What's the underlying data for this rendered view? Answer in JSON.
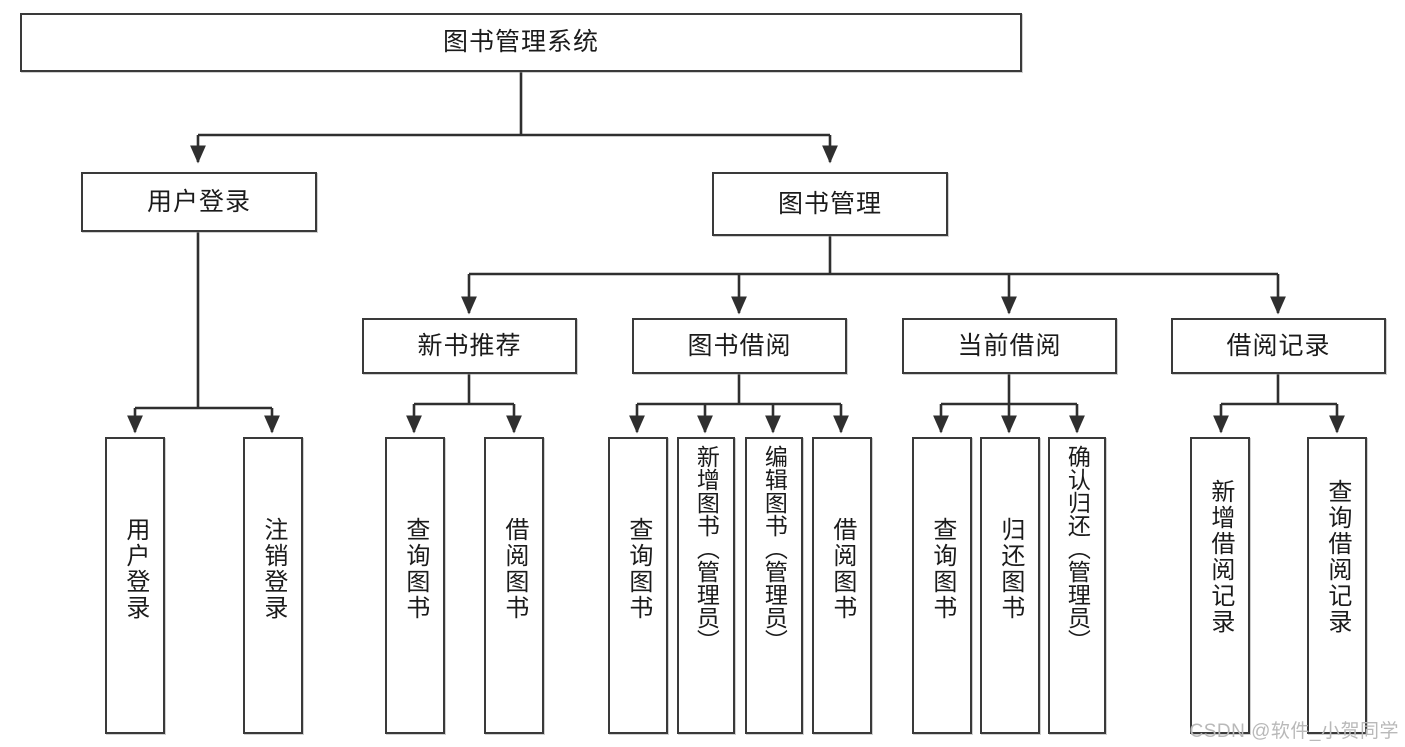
{
  "diagram": {
    "title": "图书管理系统",
    "type": "hierarchy-tree",
    "watermark": "CSDN @软件_小贺同学",
    "colors": {
      "box_border": "#3a3a3a",
      "box_fill": "#ffffff",
      "connector": "#2f2f2f",
      "text": "#1b1b1b",
      "watermark": "#b9b9b9"
    },
    "nodes": {
      "root": {
        "label": "图书管理系统"
      },
      "level1": [
        {
          "id": "user-login",
          "label": "用户登录"
        },
        {
          "id": "book-manage",
          "label": "图书管理"
        }
      ],
      "level2": [
        {
          "id": "new-book-recommend",
          "label": "新书推荐"
        },
        {
          "id": "book-borrow",
          "label": "图书借阅"
        },
        {
          "id": "current-borrow",
          "label": "当前借阅"
        },
        {
          "id": "borrow-record",
          "label": "借阅记录"
        }
      ],
      "leaves": {
        "user-login": [
          {
            "id": "leaf-user-login",
            "label": "用户登录"
          },
          {
            "id": "leaf-user-logout",
            "label": "注销登录"
          }
        ],
        "new-book-recommend": [
          {
            "id": "leaf-query-book-1",
            "label": "查询图书"
          },
          {
            "id": "leaf-borrow-book-1",
            "label": "借阅图书"
          }
        ],
        "book-borrow": [
          {
            "id": "leaf-query-book-2",
            "label": "查询图书"
          },
          {
            "id": "leaf-add-book",
            "label": "新增图书（管理员）"
          },
          {
            "id": "leaf-edit-book",
            "label": "编辑图书（管理员）"
          },
          {
            "id": "leaf-borrow-book-2",
            "label": "借阅图书"
          }
        ],
        "current-borrow": [
          {
            "id": "leaf-query-book-3",
            "label": "查询图书"
          },
          {
            "id": "leaf-return-book",
            "label": "归还图书"
          },
          {
            "id": "leaf-confirm-return",
            "label": "确认归还（管理员）"
          }
        ],
        "borrow-record": [
          {
            "id": "leaf-add-record",
            "label": "新增借阅记录"
          },
          {
            "id": "leaf-query-record",
            "label": "查询借阅记录"
          }
        ]
      }
    }
  }
}
